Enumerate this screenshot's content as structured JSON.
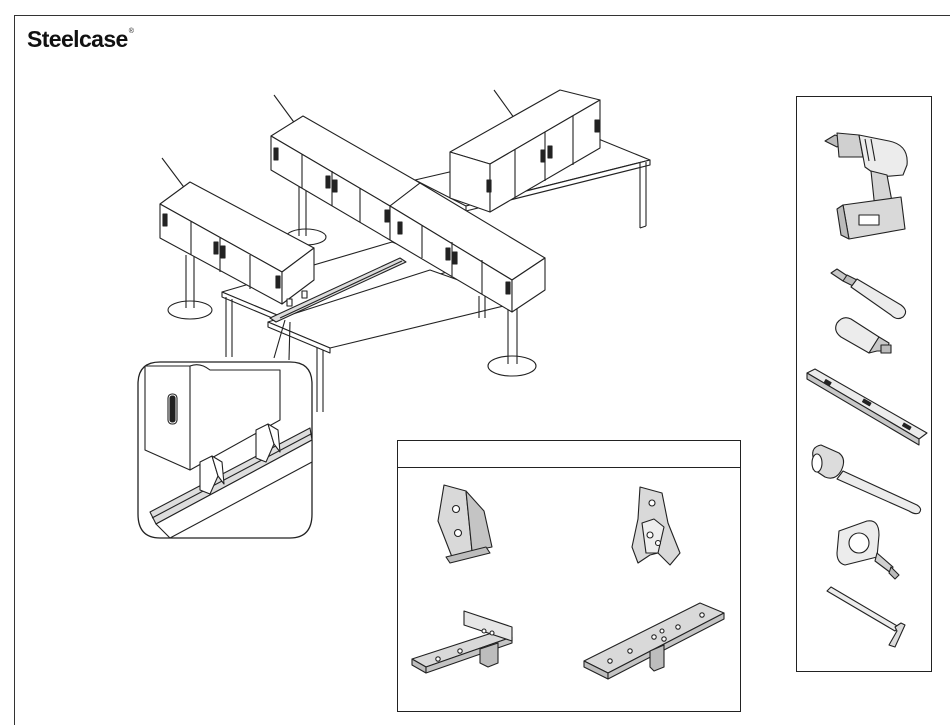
{
  "header": {
    "brand": "Steelcase",
    "registered_mark": "®"
  },
  "illustration": {
    "type": "assembly-diagram",
    "subject": "storage-cabinets-on-desk-workstations"
  },
  "tools": {
    "items": [
      {
        "icon": "cordless-drill-icon"
      },
      {
        "icon": "drill-bit-icon"
      },
      {
        "icon": "socket-adapter-icon"
      },
      {
        "icon": "level-icon"
      },
      {
        "icon": "rubber-mallet-icon"
      },
      {
        "icon": "tape-measure-icon"
      },
      {
        "icon": "hex-key-icon"
      }
    ]
  },
  "parts": {
    "items": [
      {
        "icon": "bracket-clip-icon"
      },
      {
        "icon": "angle-bracket-icon"
      },
      {
        "icon": "short-mounting-plate-icon"
      },
      {
        "icon": "long-mounting-plate-icon"
      }
    ]
  },
  "colors": {
    "line": "#222222",
    "fill": "#ffffff",
    "shade": "#d9d9d9"
  }
}
